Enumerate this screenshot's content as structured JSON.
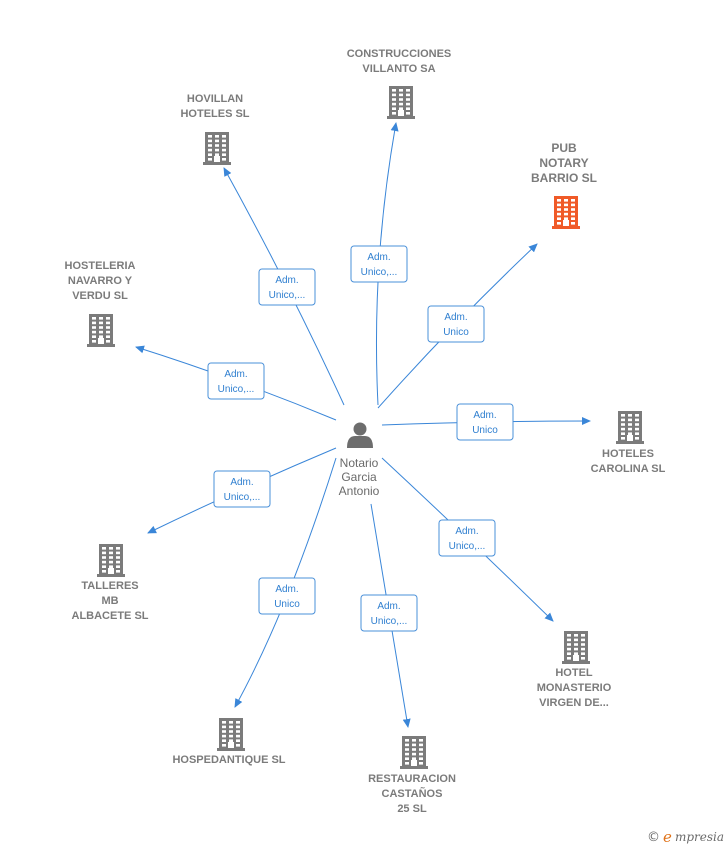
{
  "center": {
    "name_lines": [
      "Notario",
      "Garcia",
      "Antonio"
    ],
    "icon": "person-icon"
  },
  "colors": {
    "edge": "#3a86d8",
    "node": "#7b7b7b",
    "highlight": "#f05a28"
  },
  "companies": [
    {
      "id": "construcciones-villanto",
      "lines": [
        "CONSTRUCCIONES",
        "VILLANTO SA"
      ],
      "highlight": false,
      "icon": "building-icon"
    },
    {
      "id": "hovillan-hoteles",
      "lines": [
        "HOVILLAN",
        "HOTELES  SL"
      ],
      "highlight": false,
      "icon": "building-icon"
    },
    {
      "id": "pub-notary-barrio",
      "lines": [
        "PUB",
        "NOTARY",
        "BARRIO  SL"
      ],
      "highlight": true,
      "icon": "building-icon"
    },
    {
      "id": "hosteleria-navarro",
      "lines": [
        "HOSTELERIA",
        "NAVARRO Y",
        "VERDU  SL"
      ],
      "highlight": false,
      "icon": "building-icon"
    },
    {
      "id": "hoteles-carolina",
      "lines": [
        "HOTELES",
        "CAROLINA SL"
      ],
      "highlight": false,
      "icon": "building-icon"
    },
    {
      "id": "talleres-mb-albacete",
      "lines": [
        "TALLERES",
        "MB",
        "ALBACETE  SL"
      ],
      "highlight": false,
      "icon": "building-icon"
    },
    {
      "id": "hotel-monasterio",
      "lines": [
        "HOTEL",
        "MONASTERIO",
        "VIRGEN DE..."
      ],
      "highlight": false,
      "icon": "building-icon"
    },
    {
      "id": "hospedantique",
      "lines": [
        "HOSPEDANTIQUE SL"
      ],
      "highlight": false,
      "icon": "building-icon"
    },
    {
      "id": "restauracion-castanos",
      "lines": [
        "RESTAURACION",
        "CASTAÑOS",
        "25  SL"
      ],
      "highlight": false,
      "icon": "building-icon"
    }
  ],
  "edges": [
    {
      "to": "construcciones-villanto",
      "label_lines": [
        "Adm.",
        "Unico,..."
      ]
    },
    {
      "to": "hovillan-hoteles",
      "label_lines": [
        "Adm.",
        "Unico,..."
      ]
    },
    {
      "to": "pub-notary-barrio",
      "label_lines": [
        "Adm.",
        "Unico"
      ]
    },
    {
      "to": "hosteleria-navarro",
      "label_lines": [
        "Adm.",
        "Unico,..."
      ]
    },
    {
      "to": "hoteles-carolina",
      "label_lines": [
        "Adm.",
        "Unico"
      ]
    },
    {
      "to": "talleres-mb-albacete",
      "label_lines": [
        "Adm.",
        "Unico,..."
      ]
    },
    {
      "to": "hotel-monasterio",
      "label_lines": [
        "Adm.",
        "Unico,..."
      ]
    },
    {
      "to": "hospedantique",
      "label_lines": [
        "Adm.",
        "Unico"
      ]
    },
    {
      "to": "restauracion-castanos",
      "label_lines": [
        "Adm.",
        "Unico,..."
      ]
    }
  ],
  "brand": {
    "copyright": "©",
    "e": "e",
    "rest": "mpresia"
  }
}
